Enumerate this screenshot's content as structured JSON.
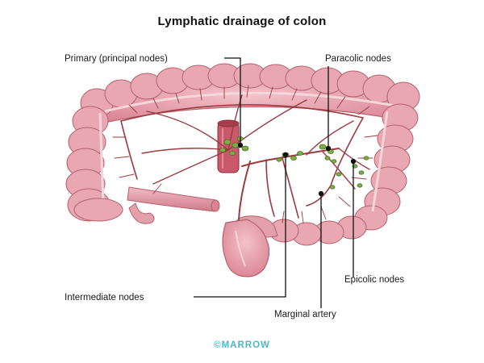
{
  "title": "Lymphatic drainage of colon",
  "labels": {
    "primary": "Primary (principal nodes)",
    "paracolic": "Paracolic nodes",
    "epicolic": "Epicolic nodes",
    "intermediate": "Intermediate nodes",
    "marginal": "Marginal artery"
  },
  "brand": "©MARROW",
  "colors": {
    "colon_fill": "#e29aa6",
    "colon_stroke": "#b4616f",
    "vessel": "#9a3b40",
    "node": "#6d9a3a",
    "brand": "#4fb7c9"
  }
}
